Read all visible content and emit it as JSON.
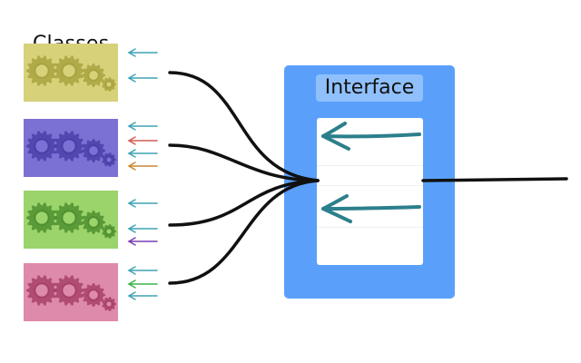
{
  "title": "Classes",
  "interface": {
    "title": "Interface"
  },
  "classes": [
    {
      "id": "yellow",
      "color": "#d7d17a",
      "gear_color": "#a9a33f",
      "arrow_colors": [
        "#3fa3b3",
        "#3fa3b3"
      ]
    },
    {
      "id": "purple",
      "color": "#7b70d4",
      "gear_color": "#4a3fa8",
      "arrow_colors": [
        "#3fa3b3",
        "#d35b55",
        "#3fa3b3",
        "#c9892f"
      ]
    },
    {
      "id": "green",
      "color": "#9bd46b",
      "gear_color": "#4f8f2f",
      "arrow_colors": [
        "#3fa3b3",
        "#3fa3b3",
        "#7a3fb3"
      ]
    },
    {
      "id": "pink",
      "color": "#de8aaa",
      "gear_color": "#a8416a",
      "arrow_colors": [
        "#3fa3b3",
        "#3db34a",
        "#3fa3b3"
      ]
    }
  ],
  "colors": {
    "interface_panel": "#5aa0fb",
    "interface_title_bg": "#8fc0fb",
    "interface_arrow": "#2c7f8c",
    "connector": "#111111"
  },
  "icons": [
    "gear-icon",
    "arrow-left-icon"
  ]
}
